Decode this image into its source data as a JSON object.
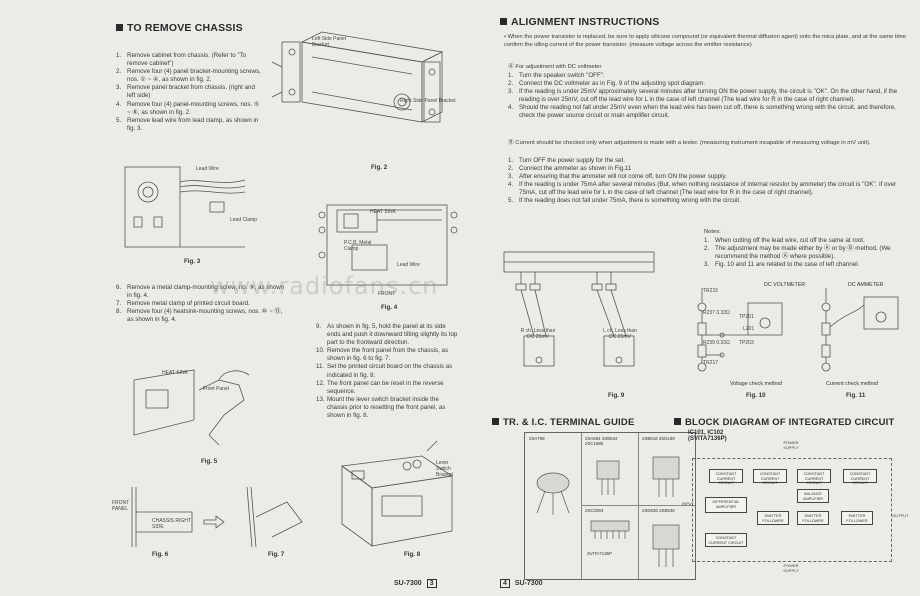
{
  "left_page": {
    "section_title": "TO REMOVE CHASSIS",
    "steps_a": [
      {
        "n": "1.",
        "text": "Remove cabinet from chassis. (Refer to \"To remove cabinet\")"
      },
      {
        "n": "2.",
        "text": "Remove four (4) panel bracket-mounting screws, nos. ① ~ ④, as shown in fig. 2."
      },
      {
        "n": "3.",
        "text": "Remove panel bracket from chassis. (right and left side)"
      },
      {
        "n": "4.",
        "text": "Remove four (4) panel-mounting screws, nos. ⑤ ~ ⑧, as shown in fig. 2."
      },
      {
        "n": "5.",
        "text": "Remove lead wire from lead clamp, as shown in fig. 3."
      }
    ],
    "steps_b": [
      {
        "n": "6.",
        "text": "Remove a metal clamp-mounting screw, no. ⑨, as shown in fig. 4."
      },
      {
        "n": "7.",
        "text": "Remove metal clamp of printed circuit board."
      },
      {
        "n": "8.",
        "text": "Remove four (4) heatsink-mounting screws, nos. ⑩ ~ ⑬, as shown in fig. 4."
      }
    ],
    "steps_c": [
      {
        "n": "9.",
        "text": "As shown in fig. 5, hold the panel at its side ends and push it downward tilting slightly its top part to the frontward direction."
      },
      {
        "n": "10.",
        "text": "Remove the front panel from the chassis, as shown in fig. 6 to fig. 7."
      },
      {
        "n": "11.",
        "text": "Set the printed circuit board on the chassis as indicated in fig. 8."
      },
      {
        "n": "12.",
        "text": "The front panel can be reset in the reverse sequence."
      },
      {
        "n": "13.",
        "text": "Mount the lever switch bracket inside the chassis prior to resetting the front panel, as shown in fig. 8."
      }
    ],
    "figures": {
      "fig2": "Fig. 2",
      "fig3": "Fig. 3",
      "fig4": "Fig. 4",
      "fig5": "Fig. 5",
      "fig6": "Fig. 6",
      "fig7": "Fig. 7",
      "fig8": "Fig. 8"
    },
    "labels": {
      "left_bracket": "Left Side Panel Bracket",
      "right_bracket": "Right Side Panel Bracket",
      "lead_wire": "Lead Wire",
      "lead_clamp": "Lead Clamp",
      "heat_sink": "HEAT SINK",
      "pcb": "P.C.B. Metal Clamp",
      "front": "FRONT",
      "front_panel": "Front Panel",
      "front_panel2": "FRONT PANEL",
      "chassis_front": "CHASSIS RIGHT SIDE",
      "lever_switch": "Lever Switch Bracket"
    },
    "footer": "SU-7300",
    "page_number": "3",
    "watermark": "www.radiofans.cn"
  },
  "right_page": {
    "section_title": "ALIGNMENT INSTRUCTIONS",
    "intro": "When the power transistor is replaced, be sure to apply silicone compound (or equivalent thermal diffusion agent) onto the mica plate, and at the same time confirm the idling current of the power transistor. (measure voltage across the emitter resistance)",
    "method_a_title": "Ⓐ For adjustment with DC voltmeter",
    "method_a": [
      {
        "n": "1.",
        "text": "Turn the speaker switch \"OFF\"."
      },
      {
        "n": "2.",
        "text": "Connect the DC voltmeter as in Fig. 9 of the adjusting spot diagram."
      },
      {
        "n": "3.",
        "text": "If the reading is under 25mV approximately several minutes after turning ON the power supply, the circuit is \"OK\". On the other hand, if the reading is over 25mV, cut off the lead wire for L in the case of left channel (The lead wire for R in the case of right channel)."
      },
      {
        "n": "4.",
        "text": "Should the reading not fall under 25mV even when the lead wire has been cut off, there is something wrong with the circuit, and therefore, check the power source circuit or main amplifier circuit."
      }
    ],
    "method_b_title": "Ⓑ Current should be checked only when adjustment is made with a tester. (measuring instrument incapable of measuring voltage in mV unit).",
    "method_b": [
      {
        "n": "1.",
        "text": "Turn OFF the power supply for the set."
      },
      {
        "n": "2.",
        "text": "Connect the ammeter as shown in Fig.11"
      },
      {
        "n": "3.",
        "text": "After ensuring that the ammeter will not come off, turn ON the power supply."
      },
      {
        "n": "4.",
        "text": "If the reading is under 75mA after several minutes (But, when nothing resistance of internal resistor by ammeter) the circuit is \"OK\". If over 75mA, cut off the lead wire for L in the case of left channel (The lead wire for R in the case of right channel)."
      },
      {
        "n": "5.",
        "text": "If the reading does not fall under 75mA, there is something wrong with the circuit."
      }
    ],
    "notes_title": "Notes:",
    "notes": [
      {
        "n": "1.",
        "text": "When cutting off the lead wire, cut off the same at root."
      },
      {
        "n": "2.",
        "text": "The adjustment may be made either by Ⓐ or by Ⓑ method. (We recommend the method Ⓐ where possible)."
      },
      {
        "n": "3.",
        "text": "Fig. 10 and 11 are related to the case of left channel."
      }
    ],
    "fig9": "Fig. 9",
    "fig10": "Fig. 10",
    "fig11": "Fig. 11",
    "fig10_cap": "Voltage check method",
    "fig11_cap": "Current check method",
    "dc_voltmeter": "DC VOLTMETER",
    "dc_ammeter": "DC AMMETER",
    "meter_r": "R ch. Less than DC 25mV",
    "meter_l": "L ch. Less than DC 25mV",
    "components": [
      "TR215",
      "R237 0.33Ω",
      "TP201",
      "L201",
      "R239 0.33Ω",
      "TP203",
      "TR217"
    ],
    "tr_title": "TR. & I.C. TERMINAL GUIDE",
    "tr_parts": [
      "2SA798",
      "2SA684 2SB634 2SC1885",
      "2SC2083",
      "2SB618 2SD189",
      "SVITA7136P",
      "2SD636 2SB636"
    ],
    "ic_title": "BLOCK DIAGRAM OF INTEGRATED CIRCUIT",
    "ic_sub": "IC101, IC102 (SVITA7136P)",
    "ic_blocks": [
      "CONSTANT CURRENT CIRCUIT",
      "CONSTANT CURRENT CIRCUIT",
      "CONSTANT CURRENT CIRCUIT",
      "CONSTANT CURRENT CIRCUIT",
      "DIFFERENTIAL AMPLIFIER",
      "EMITTER FOLLOWER",
      "EMITTER FOLLOWER",
      "EMITTER FOLLOWER",
      "CONSTANT CURRENT CIRCUIT",
      "BALANCE AMPLIFIER"
    ],
    "ic_io": {
      "input": "INPUT",
      "output": "OUTPUT",
      "power": "POWER SUPPLY"
    },
    "footer": "SU-7300",
    "page_number": "4"
  }
}
